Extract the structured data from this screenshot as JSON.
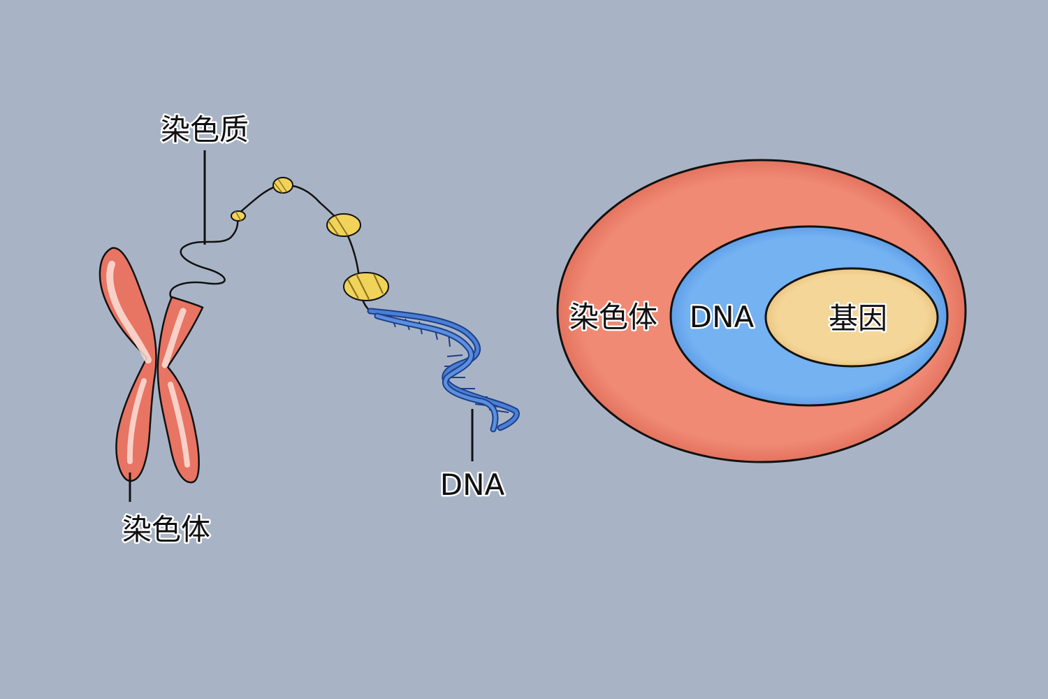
{
  "left_diagram": {
    "chromatin_label": "染色质",
    "chromosome_label": "染色体",
    "dna_label": "DNA"
  },
  "venn_diagram": {
    "outer_label": "染色体",
    "middle_label": "DNA",
    "inner_label": "基因"
  },
  "colors": {
    "background": "#a8b4c6",
    "chromosome": "#e87463",
    "nucleosome": "#f2d35a",
    "dna_helix": "#3f6fc8",
    "venn_outer": "#f08a74",
    "venn_middle": "#72b0f0",
    "venn_inner": "#f5d699"
  }
}
